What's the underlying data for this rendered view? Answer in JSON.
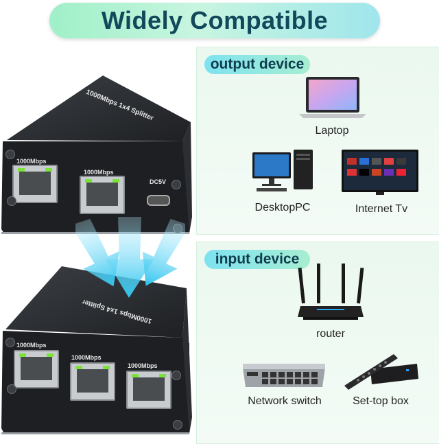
{
  "title": "Widely Compatible",
  "sections": {
    "output": {
      "label": "output device",
      "devices": [
        "Laptop",
        "DesktopPC",
        "Internet Tv"
      ]
    },
    "input": {
      "label": "input device",
      "devices": [
        "router",
        "Network switch",
        "Set-top box"
      ]
    }
  },
  "splitter_top": {
    "model_text": "1000Mbps 1x4 Splitter",
    "port_labels": [
      "1000Mbps",
      "1000Mbps"
    ],
    "power_label": "DC5V"
  },
  "splitter_bottom": {
    "model_text": "1000Mbps 1x4 Splitter",
    "port_labels": [
      "1000Mbps",
      "1000Mbps",
      "1000Mbps"
    ]
  },
  "colors": {
    "banner_text": "#11485a",
    "panel_bg": "#eaf8ef",
    "arrow": "#3fc6ec",
    "led_green": "#7be23a",
    "led_orange": "#f0a020"
  }
}
